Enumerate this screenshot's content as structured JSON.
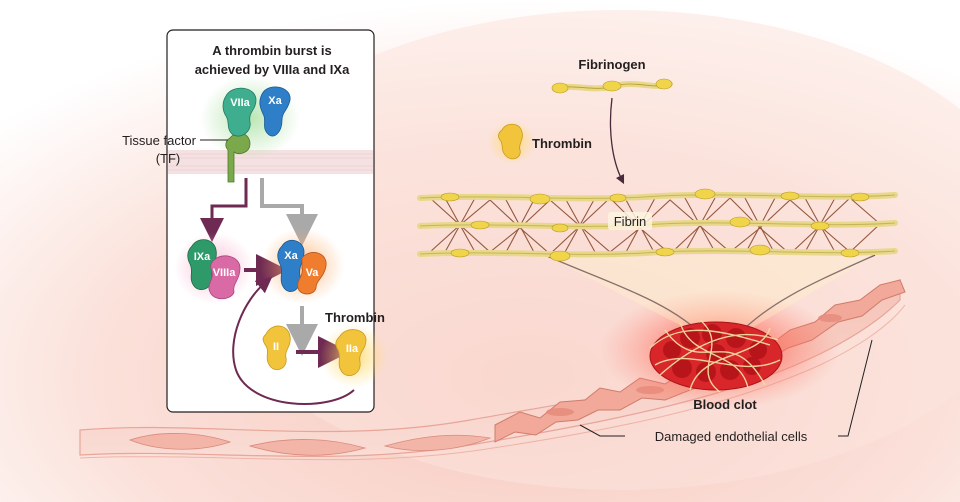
{
  "inset": {
    "title_line1": "A thrombin burst is",
    "title_line2": "achieved by VIIIa and IXa"
  },
  "labels": {
    "tissue_factor_line1": "Tissue factor",
    "tissue_factor_line2": "(TF)",
    "fibrinogen": "Fibrinogen",
    "thrombin_legend": "Thrombin",
    "fibrin": "Fibrin",
    "thrombin_inset": "Thrombin",
    "blood_clot": "Blood clot",
    "damaged_cells": "Damaged endothelial cells"
  },
  "proteins": {
    "viia": "VIIa",
    "xa_top": "Xa",
    "ixa": "IXa",
    "viiia": "VIIIa",
    "xa_mid": "Xa",
    "va": "Va",
    "ii": "II",
    "iia": "IIa"
  },
  "colors": {
    "viia": "#3fae8f",
    "xa": "#2e7fc7",
    "tissue_factor": "#7aa84a",
    "ixa": "#2e9a6a",
    "viiia": "#d96aa6",
    "va": "#f07c2e",
    "thrombin": "#f2c43c",
    "fibrin": "#e8d88a",
    "fibrin_link": "#8a4a2c",
    "arrow_purple": "#6e2a52",
    "arrow_gray": "#a9a9a9",
    "clot": "#e02a2a",
    "tissue": "#f5c6bd"
  },
  "icons": {
    "thrombin_legend": "thrombin-molecule-icon"
  }
}
